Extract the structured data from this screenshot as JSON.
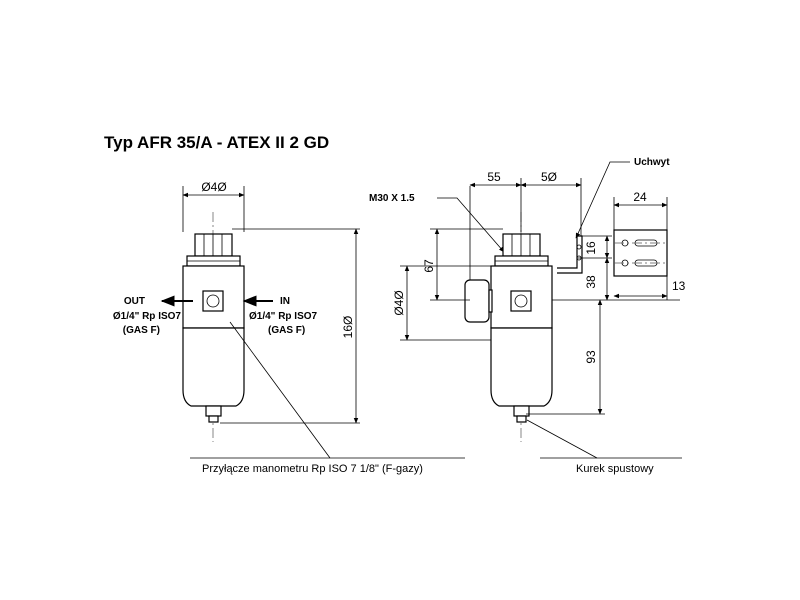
{
  "title": "Typ AFR 35/A - ATEX II 2 GD",
  "left_view": {
    "dim_top": "Ø4Ø",
    "dim_height": "16Ø",
    "out_label": "OUT",
    "out_spec_1": "Ø1/4\" Rp ISO7",
    "out_spec_2": "(GAS F)",
    "in_label": "IN",
    "in_spec_1": "Ø1/4\" Rp ISO7",
    "in_spec_2": "(GAS F)"
  },
  "right_view": {
    "dim_55": "55",
    "dim_50": "5Ø",
    "thread_label": "M30 X 1.5",
    "bracket_label": "Uchwyt",
    "dim_24": "24",
    "dim_16": "16",
    "dim_38": "38",
    "dim_13": "13",
    "dim_67": "67",
    "dim_40": "Ø4Ø",
    "dim_93": "93"
  },
  "callouts": {
    "gauge_port": "Przyłącze manometru Rp ISO 7 1/8\" (F-gazy)",
    "drain": "Kurek spustowy"
  }
}
